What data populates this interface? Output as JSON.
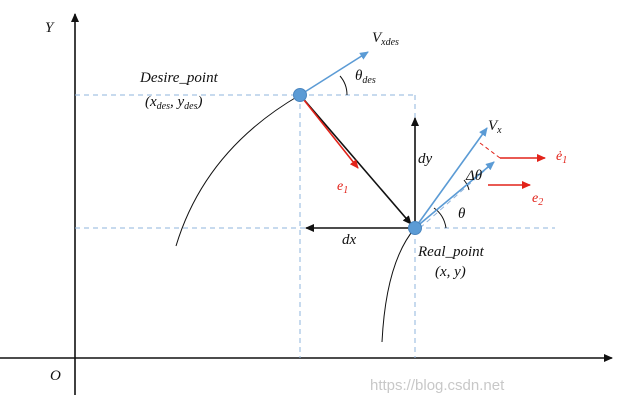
{
  "axes": {
    "y_label": "Y",
    "origin_label": "O"
  },
  "desire_point": {
    "name": "Desire_point",
    "coord_open": "(x",
    "coord_sub1": "des",
    "coord_mid": ",  y",
    "coord_sub2": "des",
    "coord_close": ")"
  },
  "real_point": {
    "name": "Real_point",
    "coord": "(x, y)"
  },
  "vectors": {
    "vxdes_main": "V",
    "vxdes_sub": "xdes",
    "theta_des_main": "θ",
    "theta_des_sub": "des",
    "vx_main": "V",
    "vx_sub": "x",
    "theta": "θ",
    "delta_theta": "Δθ",
    "dx": "dx",
    "dy": "dy",
    "e1_main": "e",
    "e1_sub": "1",
    "e2_main": "e",
    "e2_sub": "2",
    "e1dot_main": "ė",
    "e1dot_sub": "1"
  },
  "colors": {
    "black": "#111111",
    "red": "#e2231a",
    "blue": "#5b9bd5",
    "dashed": "#8fb4dc",
    "point": "#5b9bd5"
  },
  "watermark": "https://blog.csdn.net"
}
